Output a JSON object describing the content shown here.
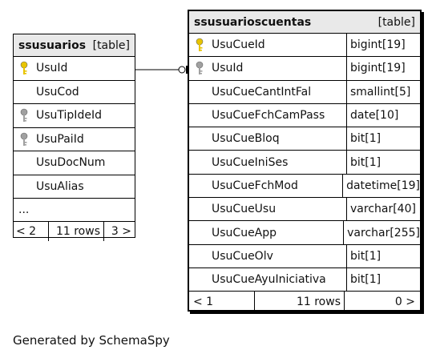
{
  "tables": {
    "ssusuarios": {
      "name": "ssusuarios",
      "kind": "[table]",
      "columns": [
        {
          "name": "UsuId",
          "key": "primary"
        },
        {
          "name": "UsuCod",
          "key": "none"
        },
        {
          "name": "UsuTipIdeId",
          "key": "foreign"
        },
        {
          "name": "UsuPaiId",
          "key": "foreign"
        },
        {
          "name": "UsuDocNum",
          "key": "none"
        },
        {
          "name": "UsuAlias",
          "key": "none"
        }
      ],
      "more": "...",
      "footer": {
        "prev": "< 2",
        "rows": "11 rows",
        "next": "3 >"
      }
    },
    "ssusuarioscuentas": {
      "name": "ssusuarioscuentas",
      "kind": "[table]",
      "columns": [
        {
          "name": "UsuCueId",
          "type": "bigint[19]",
          "key": "primary"
        },
        {
          "name": "UsuId",
          "type": "bigint[19]",
          "key": "foreign"
        },
        {
          "name": "UsuCueCantIntFal",
          "type": "smallint[5]",
          "key": "none"
        },
        {
          "name": "UsuCueFchCamPass",
          "type": "date[10]",
          "key": "none"
        },
        {
          "name": "UsuCueBloq",
          "type": "bit[1]",
          "key": "none"
        },
        {
          "name": "UsuCueIniSes",
          "type": "bit[1]",
          "key": "none"
        },
        {
          "name": "UsuCueFchMod",
          "type": "datetime[19]",
          "key": "none"
        },
        {
          "name": "UsuCueUsu",
          "type": "varchar[40]",
          "key": "none"
        },
        {
          "name": "UsuCueApp",
          "type": "varchar[255]",
          "key": "none"
        },
        {
          "name": "UsuCueOlv",
          "type": "bit[1]",
          "key": "none"
        },
        {
          "name": "UsuCueAyuIniciativa",
          "type": "bit[1]",
          "key": "none"
        }
      ],
      "footer": {
        "prev": "< 1",
        "rows": "11 rows",
        "next": "0 >"
      }
    }
  },
  "colors": {
    "primary_key": "#e8c400",
    "foreign_key": "#a0a0a0",
    "header_bg": "#e9e9e9"
  },
  "generated_by": "Generated by SchemaSpy"
}
